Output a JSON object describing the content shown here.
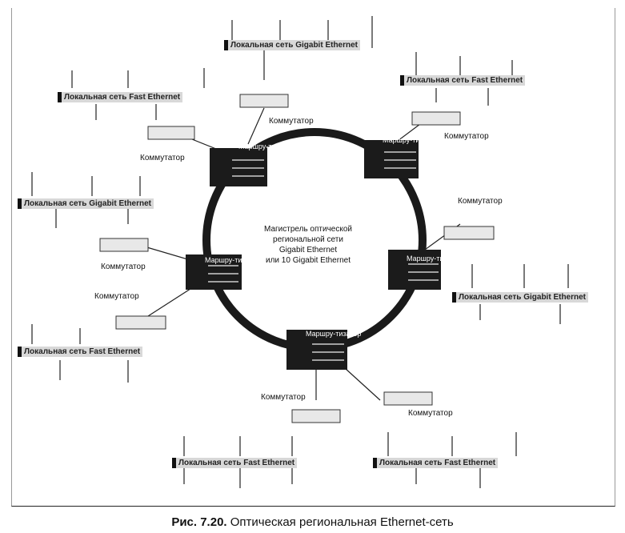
{
  "center": {
    "line1": "Магистрель оптической",
    "line2": "региональной сети",
    "line3": "Gigabit Ethernet",
    "line4": "или 10 Gigabit Ethernet"
  },
  "labels": {
    "switch": "Коммутатор"
  },
  "nodes": {
    "top_lan": "Локальная сеть Gigabit Ethernet",
    "top_right_lan": "Локальная сеть Fast Ethernet",
    "top_left_lan": "Локальная сеть Fast Ethernet",
    "left_lan": "Локальная сеть Gigabit Ethernet",
    "right_lan": "Локальная сеть Gigabit Ethernet",
    "lower_left_lan": "Локальная сеть Fast Ethernet",
    "bottom_left_lan": "Локальная сеть Fast Ethernet",
    "bottom_right_lan": "Локальная сеть Fast Ethernet"
  },
  "router_label": "Маршру-тизатор",
  "caption": {
    "number": "Рис. 7.20.",
    "text": "Оптическая региональная Ethernet-сеть"
  }
}
